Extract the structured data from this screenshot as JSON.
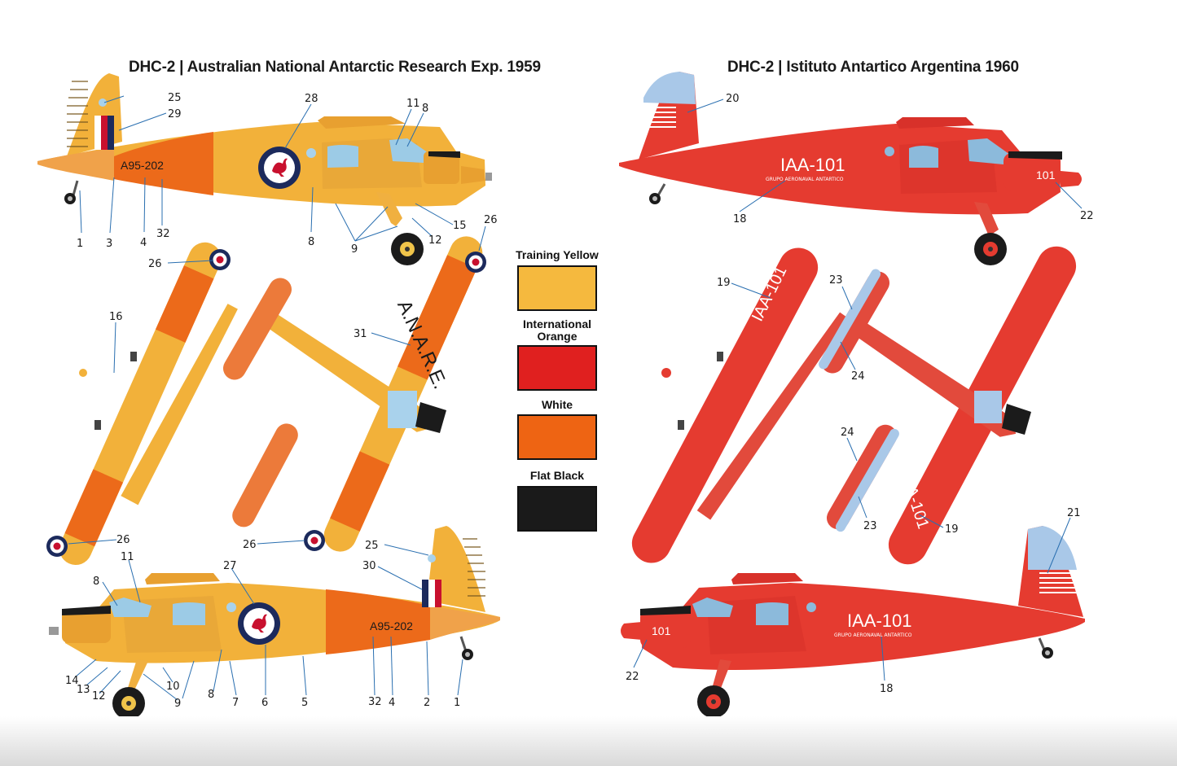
{
  "titles": {
    "left": "DHC-2 | Australian National Antarctic Research Exp. 1959",
    "right": "DHC-2 | Istituto Antartico Argentina 1960"
  },
  "legend": [
    {
      "label": "Training Yellow",
      "color": "#f5b93e"
    },
    {
      "label": "International Orange",
      "color": "#e0201f"
    },
    {
      "label": "White",
      "color": "#ee6413"
    },
    {
      "label": "Flat Black",
      "color": "#1a1a1a"
    }
  ],
  "markings": {
    "aus_serial": "A95-202",
    "anare": "A.N.A.R.E.",
    "arg_reg": "IAA-101",
    "arg_sub": "GRUPO AERONAVAL ANTARTICO",
    "arg_nose": "101"
  },
  "callouts": {
    "a_top": [
      "25",
      "29",
      "28",
      "11",
      "8",
      "1",
      "3",
      "4",
      "32",
      "8",
      "9",
      "12",
      "15"
    ],
    "a_plan": [
      "26",
      "16",
      "31",
      "26",
      "26",
      "26"
    ],
    "a_bot": [
      "25",
      "30",
      "27",
      "8",
      "11",
      "14",
      "13",
      "12",
      "10",
      "9",
      "8",
      "7",
      "6",
      "5",
      "32",
      "4",
      "2",
      "1"
    ],
    "r_top": [
      "20",
      "18",
      "22"
    ],
    "r_plan": [
      "19",
      "23",
      "24",
      "24",
      "23",
      "19"
    ],
    "r_bot": [
      "21",
      "22",
      "18"
    ]
  }
}
